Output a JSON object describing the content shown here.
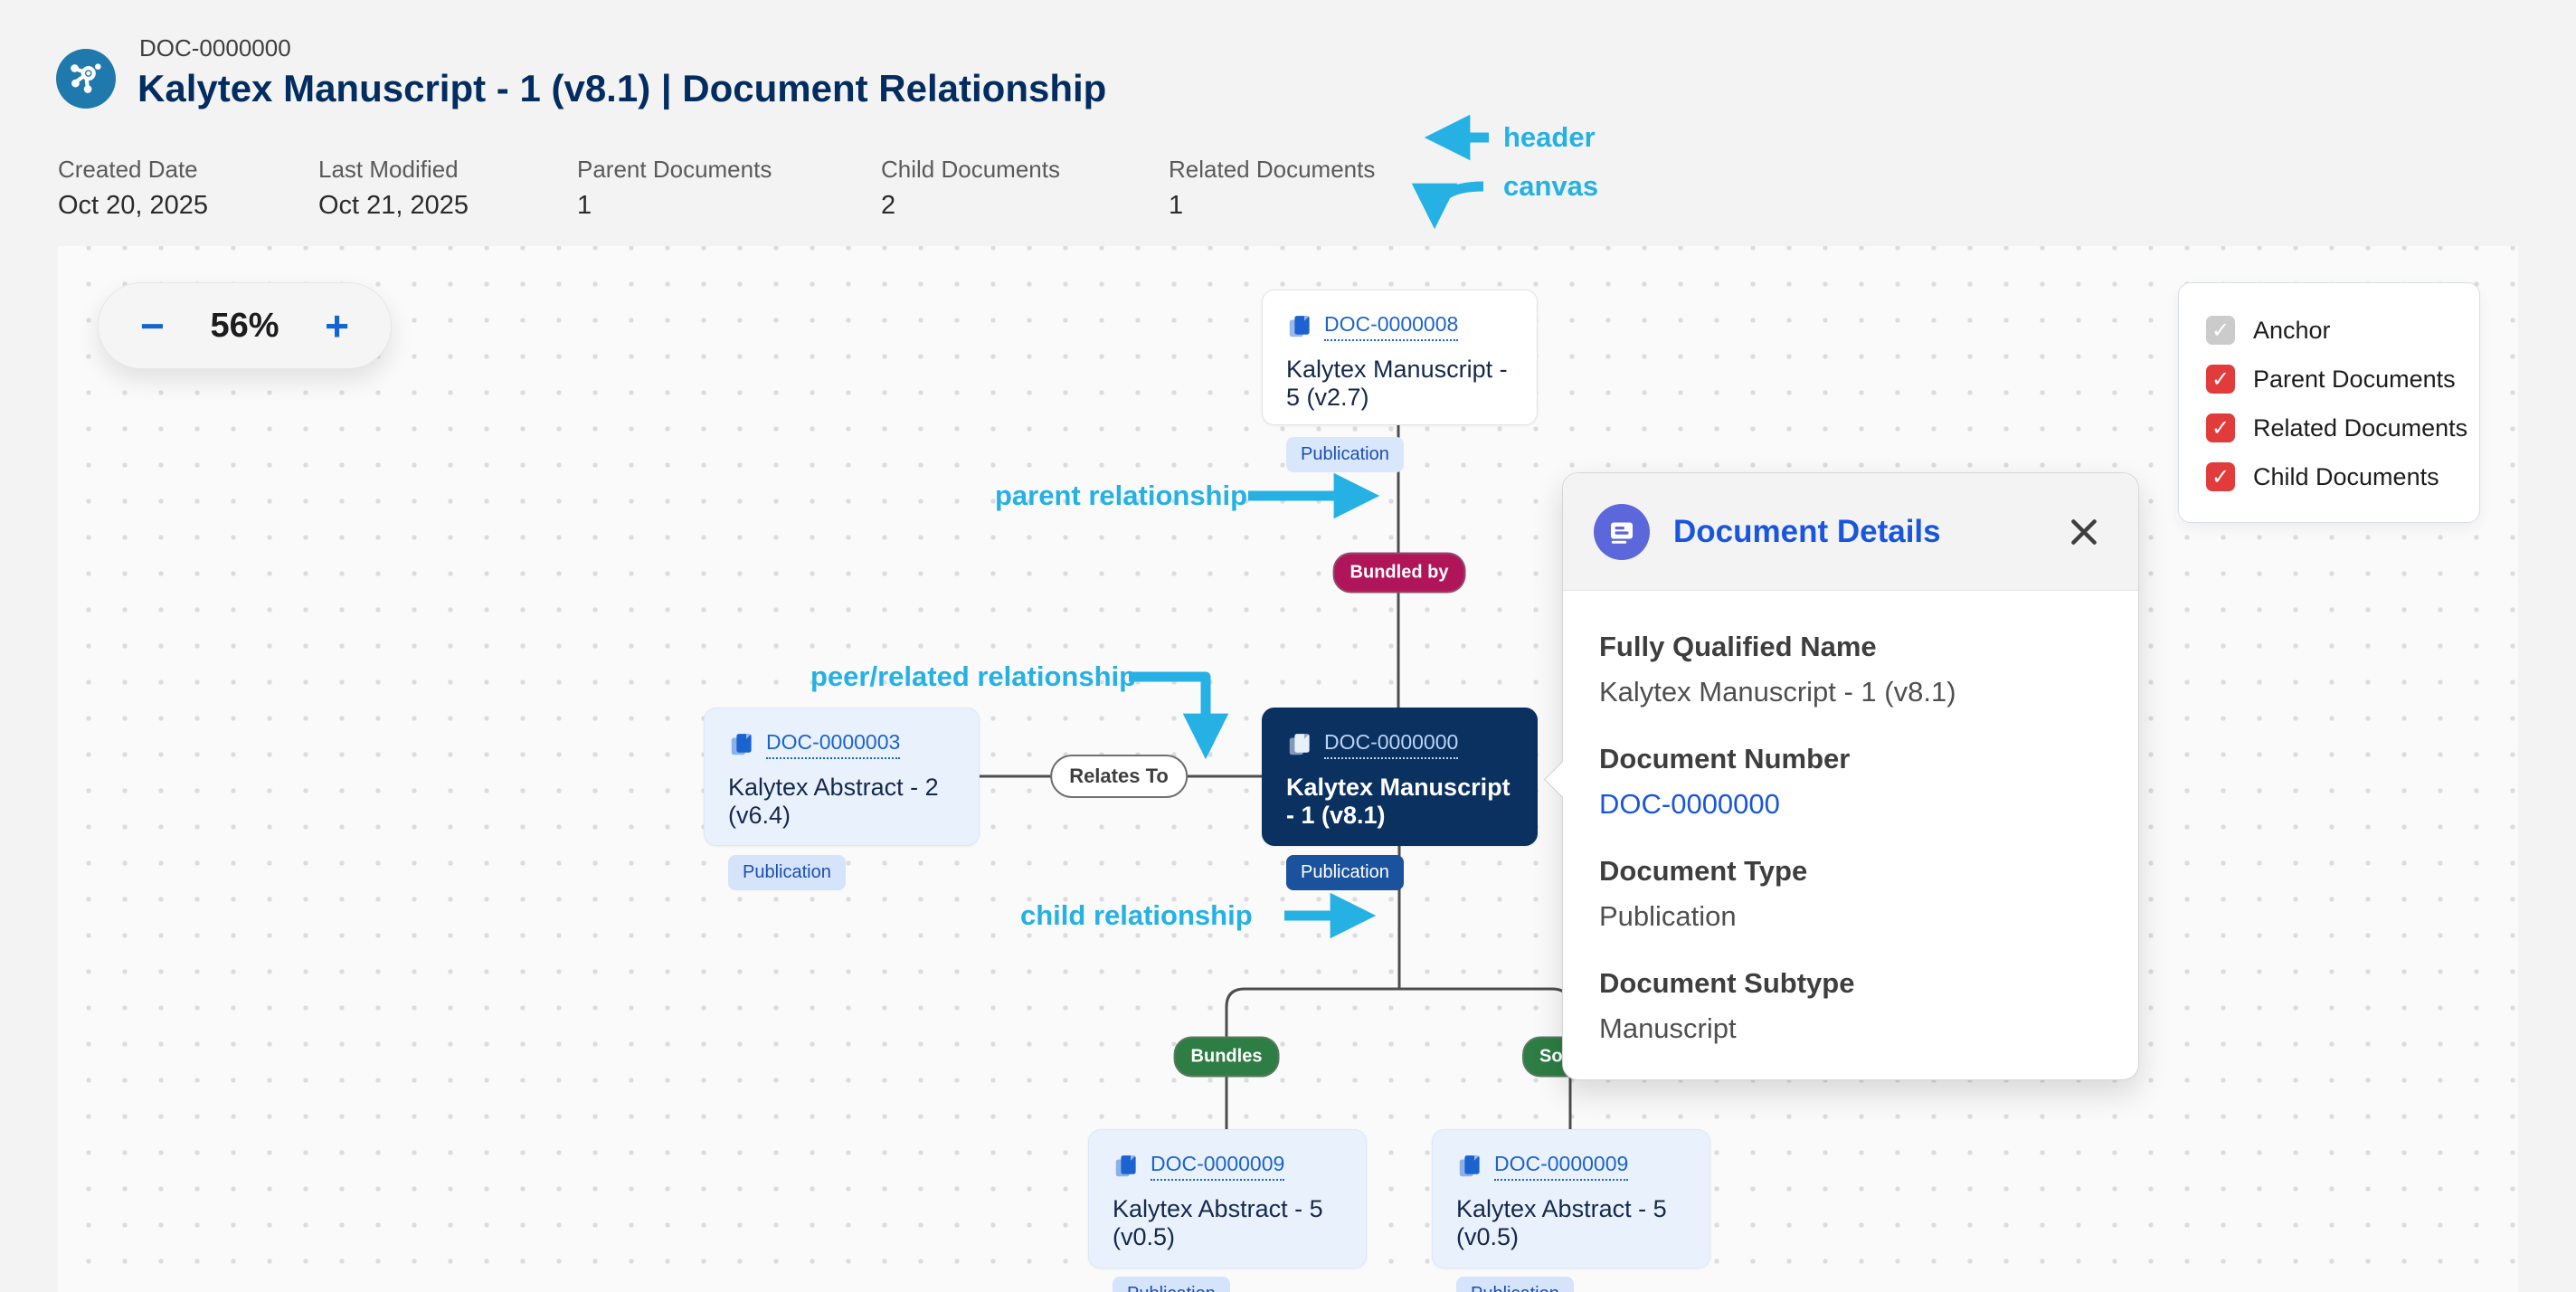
{
  "header": {
    "doc_number": "DOC-0000000",
    "title": "Kalytex Manuscript - 1 (v8.1) | Document Relationship",
    "meta": [
      {
        "label": "Created Date",
        "value": "Oct 20, 2025"
      },
      {
        "label": "Last Modified",
        "value": "Oct 21, 2025"
      },
      {
        "label": "Parent Documents",
        "value": "1"
      },
      {
        "label": "Child Documents",
        "value": "2"
      },
      {
        "label": "Related Documents",
        "value": "1"
      }
    ]
  },
  "annotations": {
    "header": "header",
    "canvas": "canvas",
    "parent": "parent relationship",
    "peer": "peer/related relationship",
    "child": "child relationship",
    "color": "#25b1e4"
  },
  "zoom": {
    "minus": "−",
    "level": "56%",
    "plus": "+"
  },
  "legend": {
    "items": [
      {
        "label": "Anchor",
        "checked": true,
        "disabled": true
      },
      {
        "label": "Parent Documents",
        "checked": true,
        "disabled": false
      },
      {
        "label": "Related Documents",
        "checked": true,
        "disabled": false
      },
      {
        "label": "Child Documents",
        "checked": true,
        "disabled": false
      }
    ],
    "check_glyph": "✓",
    "checkbox_color": "#e23b3c"
  },
  "nodes": [
    {
      "id": "DOC-0000008",
      "name": "Kalytex Manuscript - 5 (v2.7)",
      "badge": "Publication",
      "role": "parent"
    },
    {
      "id": "DOC-0000003",
      "name": "Kalytex Abstract - 2 (v6.4)",
      "badge": "Publication",
      "role": "related"
    },
    {
      "id": "DOC-0000000",
      "name": "Kalytex Manuscript - 1 (v8.1)",
      "badge": "Publication",
      "role": "anchor"
    },
    {
      "id": "DOC-0000009",
      "name": "Kalytex Abstract - 5 (v0.5)",
      "badge": "Publication",
      "role": "child"
    },
    {
      "id": "DOC-0000009",
      "name": "Kalytex Abstract - 5 (v0.5)",
      "badge": "Publication",
      "role": "child"
    }
  ],
  "edges": {
    "bundled_by": "Bundled by",
    "relates_to": "Relates To",
    "bundles": "Bundles",
    "source_truncated": "Sour",
    "crimson": "#b0155a",
    "green": "#2e7d44"
  },
  "panel": {
    "title": "Document Details",
    "fields": [
      {
        "label": "Fully Qualified Name",
        "value": "Kalytex Manuscript - 1 (v8.1)"
      },
      {
        "label": "Document Number",
        "value": "DOC-0000000"
      },
      {
        "label": "Document Type",
        "value": "Publication"
      },
      {
        "label": "Document Subtype",
        "value": "Manuscript"
      }
    ]
  }
}
